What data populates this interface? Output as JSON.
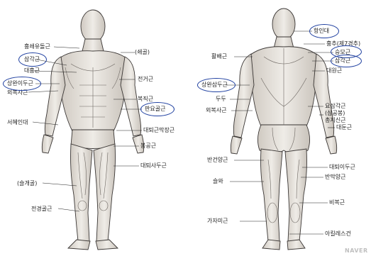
{
  "front_labels": {
    "sternocleidomastoid": "흉쇄유돌근",
    "deltoid": "삼각근",
    "pectoral": "대흉근",
    "biceps": "상완이두근",
    "rib": "(쇄골)",
    "serratus": "전거근",
    "rectus_abdominis": "복직근",
    "external_oblique": "외복사근",
    "circle_label": "판요골근",
    "forearm_flexor": "대퇴근막장근",
    "brachioradialis": "서혜인대",
    "sartorius": "봉공근",
    "quadriceps": "대퇴사두근",
    "patella": "(슬개골)",
    "tibialis": "전경골근"
  },
  "back_labels": {
    "top_circle": "항인대",
    "trapezius": "흉추(제7경추)",
    "infraspinatus": "승모근",
    "deltoid_back": "삼각근",
    "teres_major": "대원근",
    "infraspinatus_left": "활배근",
    "triceps": "상완삼두근",
    "latissimus": "두두",
    "oblique_back": "외복사근",
    "lumbar": "요삼각근",
    "lumbar_sub": "(삼공봉)",
    "forearm_ext": "총지신근",
    "gluteus": "대둔근",
    "hamstring": "반건양근",
    "biceps_femoris": "대퇴이두근",
    "semimembranosus": "반막양근",
    "calf": "슬와",
    "gastrocnemius": "비복근",
    "achilles": "가자미근",
    "achilles_tendon": "아킬레스건"
  },
  "watermark": "NAVER",
  "colors": {
    "circle": "#1e3fa0",
    "ink": "#222222",
    "figure_fill": "#e6e2dc",
    "muscle_shade": "#8a8580"
  }
}
